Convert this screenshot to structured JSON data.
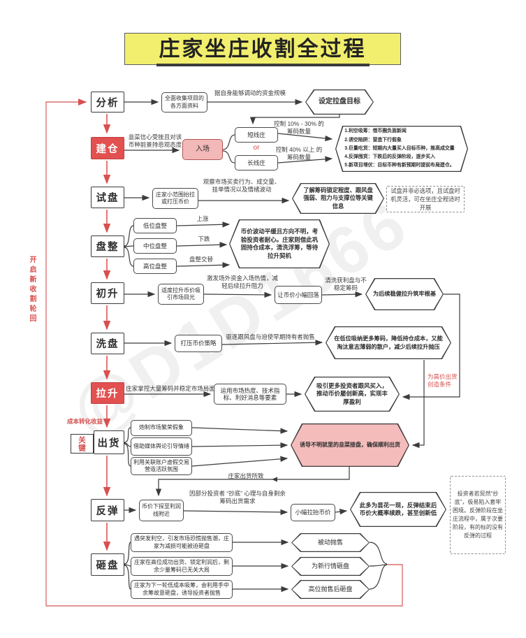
{
  "title": "庄家坐庄收割全过程",
  "watermark": "@D1D1666",
  "loop_label": "开启新收割轮回",
  "colors": {
    "stage_red": "#e25050",
    "pink_node": "#f5bcbc",
    "title_yellow": "#f1ef6d",
    "loop_red": "#d85050"
  },
  "flow": {
    "analyze": {
      "stage": "分析",
      "collect": "全面收集项目的各方面资料",
      "funds_label": "据自身能够调动的资金规模",
      "target": "设定拉盘目标"
    },
    "build": {
      "stage": "建仓",
      "sentiment_label": "韭菜信心受挫且对该币种前景持悲观态度",
      "enter": "入场",
      "or_label": "or",
      "short": "短线庄",
      "long": "长线庄",
      "ctrl_short": "控制 10% - 30% 的筹码数量",
      "ctrl_long": "控制 40% 以上 的筹码数量",
      "strategies": [
        "1.利空吸筹：借币圈负面新闻",
        "2.诱空陷阱：营造下行假象",
        "3.巨量吃货：短期内大量买入目标币种，推高成交量",
        "4.反弹囤货：下跌后的反弹阶段，逐步买入",
        "5.新项目埋伏：目标币种有新预期时提前布局建仓。"
      ]
    },
    "test": {
      "stage": "试盘",
      "action": "庄家小范围抬拉或打压币价",
      "observe_label": "观察市场买卖行为、成交量、挂单情况以及情绪波动",
      "info": "了解筹码锁定程度、跟风盘强弱、阻力与支撑位等关键信息",
      "note": "试盘并非必选项，且试盘时机灵活，可在坐庄全程适时开展"
    },
    "consolidate": {
      "stage": "盘整",
      "low": "低位盘整",
      "mid": "中位盘整",
      "high": "高位盘整",
      "up_label": "上涨",
      "down_label": "下跌",
      "alt_label": "盘整交替",
      "result": "币价波动平缓且方向不明，考验投资者耐心。庄家则借此巩固持仓成本，清洗浮筹，等待拉升契机"
    },
    "initial_rise": {
      "stage": "初升",
      "action": "适度拉升币价吸引市场目光",
      "stimulate_label": "激发场外资金入场热情，减轻后续拉升阻力",
      "pullback": "让币价小幅回落",
      "clean_label": "清洗获利盘与不稳定筹码",
      "foundation": "为后续稳健拉升筑牢根基"
    },
    "washout": {
      "stage": "洗盘",
      "action": "打压币价策略",
      "drive_label": "驱逐跟风盘与迫使早期持有者抛售",
      "absorb": "在低位吸纳更多筹码，降低持仓成本，又能淘汰意志薄弱的散户，减少后续拉升抛压",
      "highprice_label": "为高价出货创造条件"
    },
    "pump": {
      "stage": "拉升",
      "control_label": "庄家掌控大量筹码并稳定市场局面",
      "leverage": "运用市场热度、技术指标、利好消息等要素",
      "attract": "吸引更多投资者跟风买入，推动币价屡创新高，实现丰厚盈利"
    },
    "dump": {
      "stage": "出货",
      "key_label": "关键",
      "cost_label": "成本转化收益",
      "fabricate": "炮制市场繁荣假象",
      "media": "借助媒体舆论引导情绪",
      "fake_trade": "利用关联账户虚假交易营造活跃氛围",
      "lure": "诱导不明就里的韭菜接盘，确保顺利出货",
      "cause_label": "庄家出货所致"
    },
    "rebound": {
      "stage": "反弹",
      "probe": "币价下探至利润线附近",
      "bottom_label": "因部分投资者 “抄底” 心理与自身剩余筹码出货需求",
      "small_pull": "小幅拉抬币价",
      "flash": "此多为昙花一现，反弹结束后币价大概率续跌，甚至创新低",
      "note": "投资者若贸然“抄底”，极易陷入套牢困境。反弹阶段在坐庄流程中，属于次要阶段，有的标的没有反弹的过程"
    },
    "smash": {
      "stage": "砸盘",
      "panic": "遇突发利空，引发市场恐慌抛售潮，庄家为减损可能被迫砸盘",
      "locked": "庄家在高位成功出货、锁定利润后，剩余少量筹码已无关大局",
      "next_round": "庄家为下一轮低成本吸筹，会利用手中余筹故意砸盘，诱导投资者抛售",
      "passive": "被动抛售",
      "new_market": "为新行情砸盘",
      "high_sell": "高位抛售后砸盘"
    }
  }
}
